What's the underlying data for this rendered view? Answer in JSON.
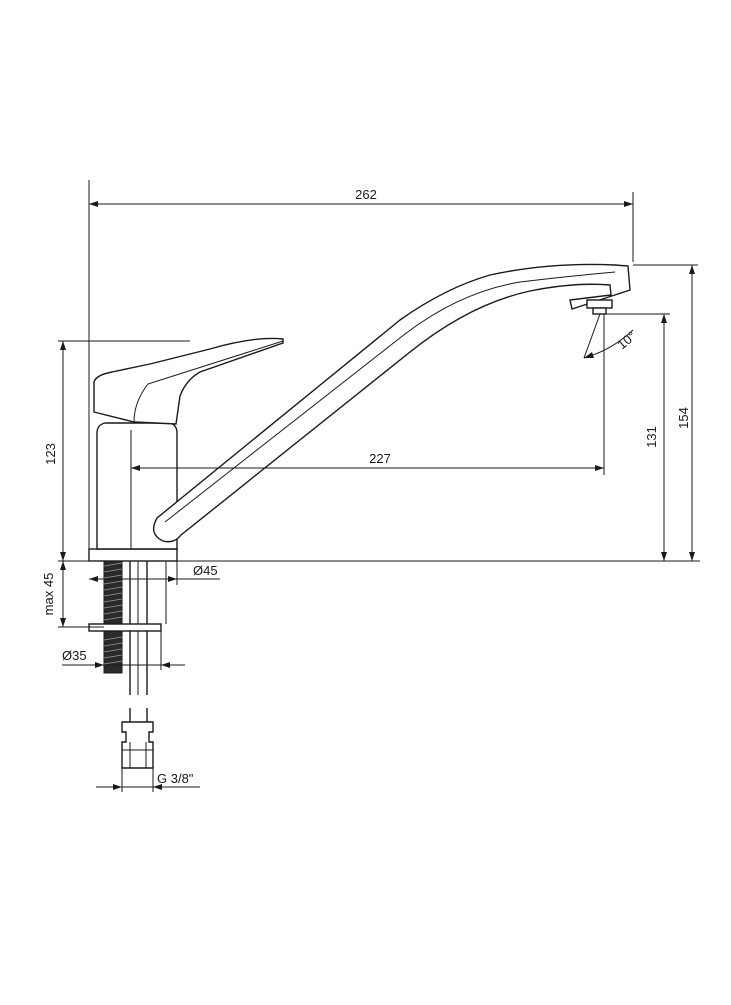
{
  "dimensions": {
    "total_length": "262",
    "spout_reach": "227",
    "handle_height": "123",
    "aerator_height": "131",
    "total_height": "154",
    "base_diameter": "Ø45",
    "mount_depth": "max 45",
    "mount_diameter": "Ø35",
    "thread": "G 3/8\"",
    "swivel_angle": "10°"
  }
}
